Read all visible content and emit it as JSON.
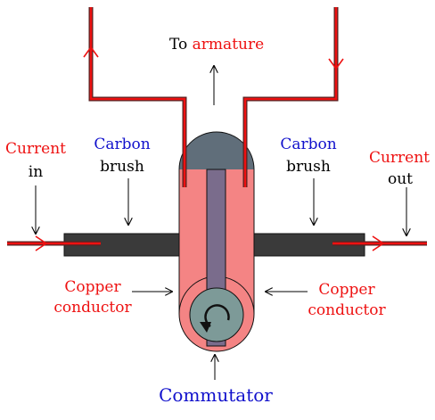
{
  "labels": {
    "to_prefix": "To",
    "to_armature": "armature",
    "current_in_1": "Current",
    "current_in_2": "in",
    "carbon_left_1": "Carbon",
    "carbon_left_2": "brush",
    "carbon_right_1": "Carbon",
    "carbon_right_2": "brush",
    "current_out_1": "Current",
    "current_out_2": "out",
    "copper_left_1": "Copper",
    "copper_left_2": "conductor",
    "copper_right_1": "Copper",
    "copper_right_2": "conductor",
    "commutator": "Commutator"
  },
  "colors": {
    "red_label": "#ee1111",
    "blue_label": "#1111cc",
    "wire_red": "#dd0000",
    "wire_dark": "#552222",
    "copper": "#f48484",
    "copper_top": "#606e7a",
    "brush": "#3a3a3a",
    "commutator_strip": "#7a6c8c",
    "commutator_face": "#7d9a98"
  }
}
